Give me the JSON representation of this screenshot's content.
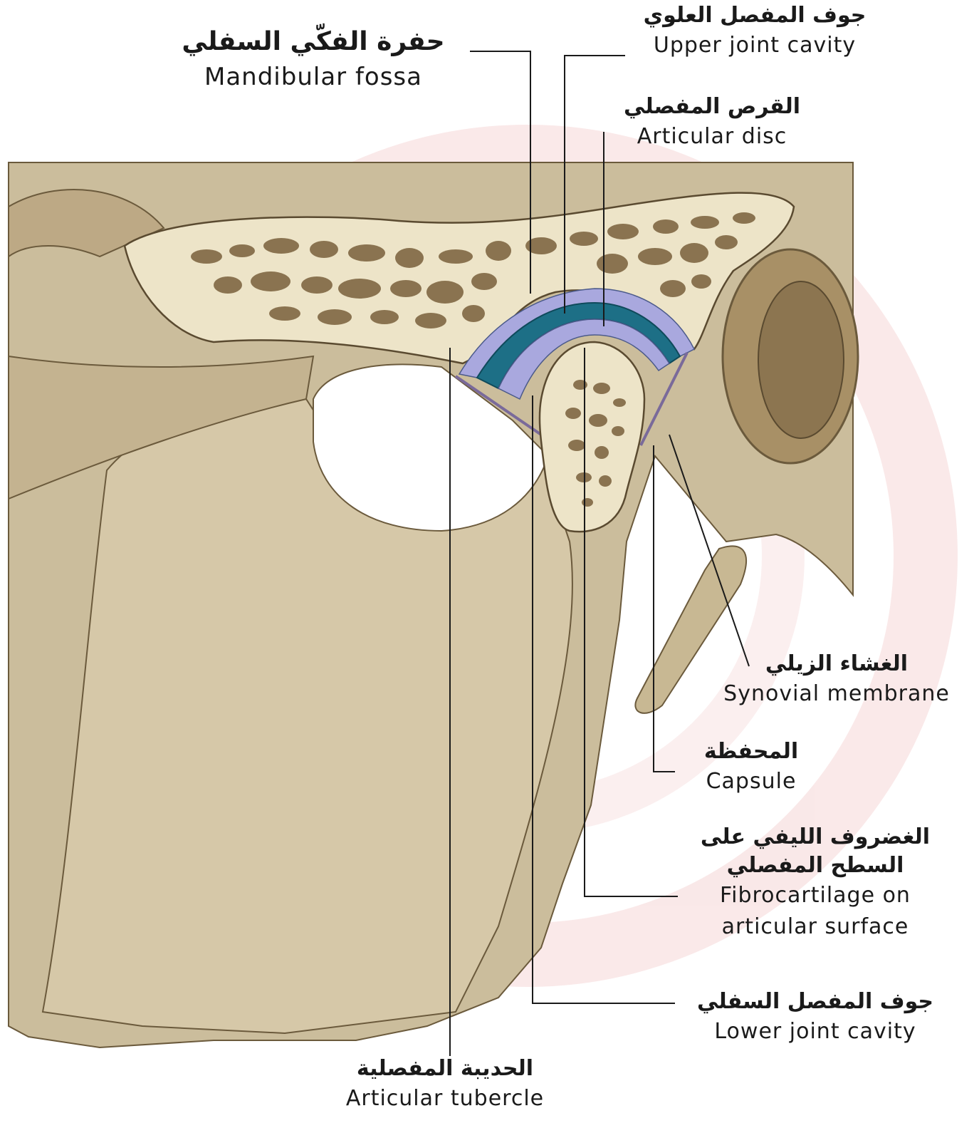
{
  "diagram": {
    "labels": {
      "mandibular_fossa": {
        "ar": "حفرة الفكّي السفلي",
        "en": "Mandibular fossa"
      },
      "upper_joint_cavity": {
        "ar": "جوف المفصل العلوي",
        "en": "Upper joint cavity"
      },
      "articular_disc": {
        "ar": "القرص المفصلي",
        "en": "Articular disc"
      },
      "synovial_membrane": {
        "ar": "الغشاء الزيلي",
        "en": "Synovial membrane"
      },
      "capsule": {
        "ar": "المحفظة",
        "en": "Capsule"
      },
      "fibrocartilage": {
        "ar1": "الغضروف الليفي على",
        "ar2": "السطح المفصلي",
        "en1": "Fibrocartilage on",
        "en2": "articular surface"
      },
      "lower_joint_cavity": {
        "ar": "جوف المفصل السفلي",
        "en": "Lower joint cavity"
      },
      "articular_tubercle": {
        "ar": "الحديبة المفصلية",
        "en": "Articular tubercle"
      }
    },
    "colors": {
      "bone": "#cfc1a0",
      "bone_dark": "#b8a37e",
      "cancellous_cut": "#ede4c8",
      "trabecula": "#8a7350",
      "disc": "#1d6f86",
      "cavity": "#a9a8de",
      "leader_line": "#1a1a1a",
      "watermark": "#f6dada"
    }
  }
}
